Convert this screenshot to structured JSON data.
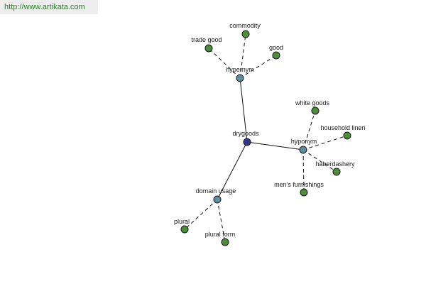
{
  "header": {
    "url": "http://www.artikata.com"
  },
  "colors": {
    "center": "#2d3a8c",
    "relation": "#5b8fa0",
    "leaf": "#4c8c3a"
  },
  "graph": {
    "center": "drygoods",
    "relations": [
      "hypernym",
      "hyponym",
      "domain usage"
    ],
    "leaves": {
      "hypernym": [
        "commodity",
        "trade good",
        "good"
      ],
      "hyponym": [
        "white goods",
        "household linen",
        "haberdashery",
        "men's furnishings"
      ],
      "domain usage": [
        "plural",
        "plural form"
      ]
    }
  }
}
